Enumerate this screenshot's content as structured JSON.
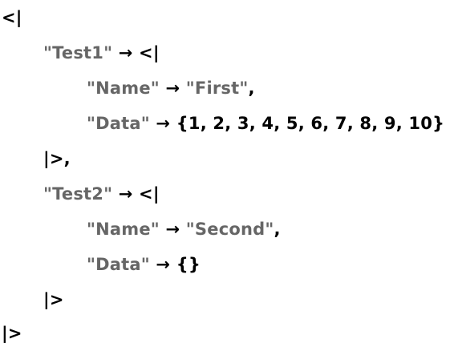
{
  "notebook_output": {
    "open_assoc": "<|",
    "close_assoc": "|>",
    "close_assoc_comma": "|>,",
    "arrow": "→",
    "comma": ",",
    "entries": [
      {
        "key": "\"Test1\"",
        "fields": [
          {
            "key": "\"Name\"",
            "value": "\"First\"",
            "trailing": ","
          },
          {
            "key": "\"Data\"",
            "value": "{1, 2, 3, 4, 5, 6, 7, 8, 9, 10}",
            "trailing": ""
          }
        ]
      },
      {
        "key": "\"Test2\"",
        "fields": [
          {
            "key": "\"Name\"",
            "value": "\"Second\"",
            "trailing": ","
          },
          {
            "key": "\"Data\"",
            "value": "{}",
            "trailing": ""
          }
        ]
      }
    ]
  },
  "colors": {
    "string": "#666666",
    "symbol": "#000000",
    "background": "#ffffff"
  }
}
